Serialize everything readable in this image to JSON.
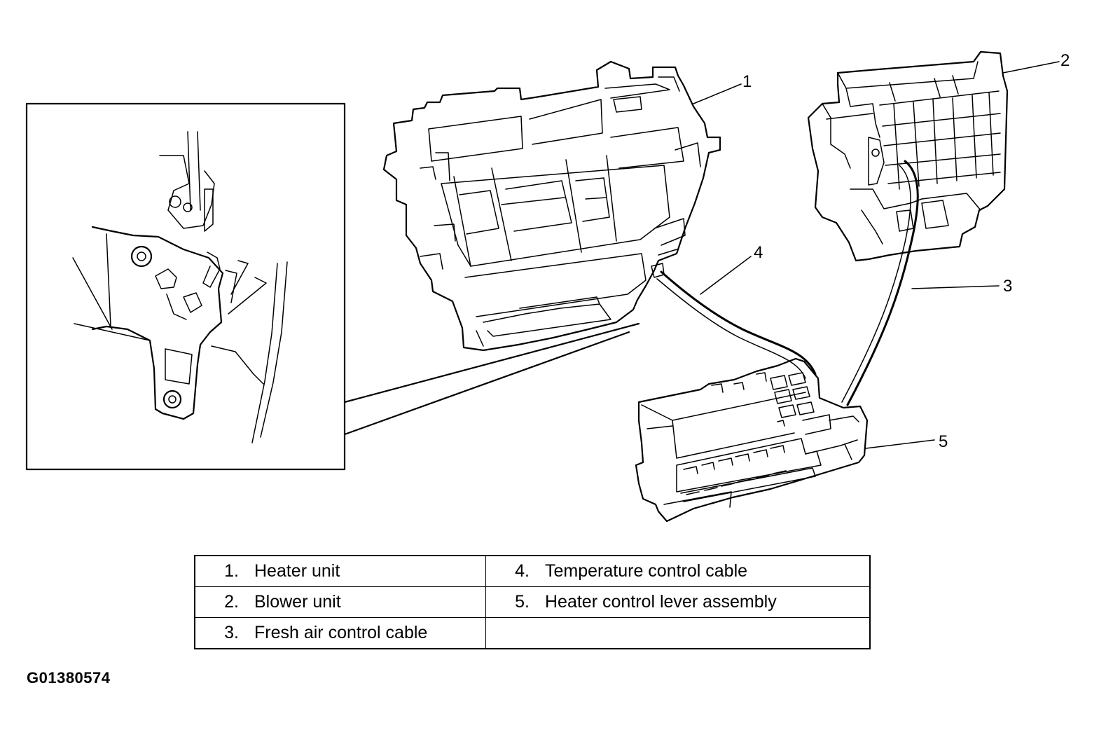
{
  "callouts": [
    "1",
    "2",
    "3",
    "4",
    "5"
  ],
  "legend": [
    [
      {
        "num": "1.",
        "label": "Heater unit"
      },
      {
        "num": "4.",
        "label": "Temperature control cable"
      }
    ],
    [
      {
        "num": "2.",
        "label": "Blower unit"
      },
      {
        "num": "5.",
        "label": "Heater control lever assembly"
      }
    ],
    [
      {
        "num": "3.",
        "label": "Fresh air control cable"
      },
      {
        "num": "",
        "label": ""
      }
    ]
  ],
  "figure_code": "G01380574"
}
